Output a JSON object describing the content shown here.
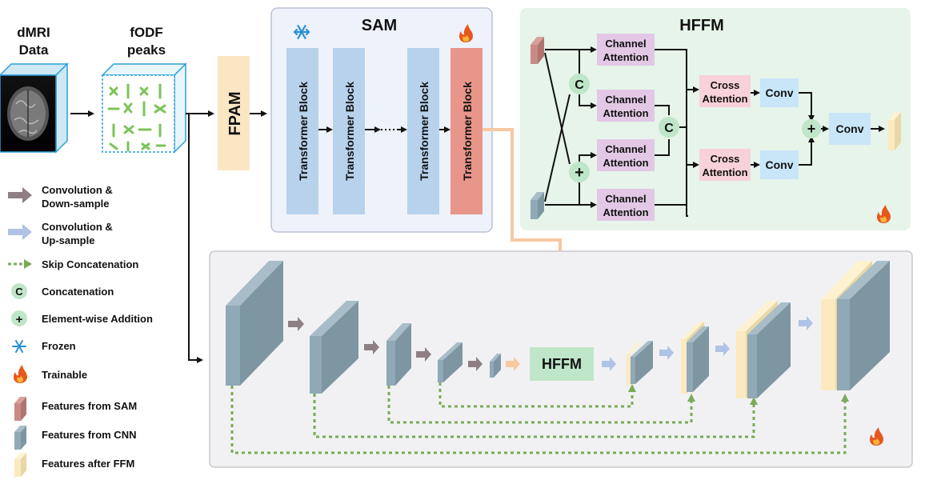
{
  "inputs": {
    "dmri_line1": "dMRI",
    "dmri_line2": "Data",
    "fodf_line1": "fODF",
    "fodf_line2": "peaks"
  },
  "fpam": {
    "label": "FPAM"
  },
  "sam": {
    "title": "SAM",
    "blocks": [
      "Transformer Block",
      "Transformer Block",
      "Transformer Block",
      "Transformer Block"
    ]
  },
  "hffm": {
    "title": "HFFM",
    "channel_attention": [
      "Channel",
      "Attention"
    ],
    "cross_attention": [
      "Cross",
      "Attention"
    ],
    "conv": "Conv",
    "concat_symbol": "C",
    "add_symbol": "+"
  },
  "unet": {
    "hffm_label": "HFFM"
  },
  "legend": [
    {
      "icon": "gray-arrow",
      "line1": "Convolution &",
      "line2": "Down-sample"
    },
    {
      "icon": "blue-arrow",
      "line1": "Convolution &",
      "line2": "Up-sample"
    },
    {
      "icon": "dashed-green-arrow",
      "line1": "Skip Concatenation",
      "line2": ""
    },
    {
      "icon": "concat-circle",
      "line1": "Concatenation",
      "line2": ""
    },
    {
      "icon": "add-circle",
      "line1": "Element-wise Addition",
      "line2": ""
    },
    {
      "icon": "snowflake",
      "line1": "Frozen",
      "line2": ""
    },
    {
      "icon": "flame",
      "line1": "Trainable",
      "line2": ""
    },
    {
      "icon": "sam-feature",
      "line1": "Features from SAM",
      "line2": ""
    },
    {
      "icon": "cnn-feature",
      "line1": "Features from CNN",
      "line2": ""
    },
    {
      "icon": "ffm-feature",
      "line1": "Features after FFM",
      "line2": ""
    }
  ],
  "colors": {
    "sam_panel": "#eef2fa",
    "hffm_panel": "#e6f4ea",
    "unet_panel": "#f1f1f3",
    "transformer_block": "#b8d2ec",
    "trainable_block": "#e8958a",
    "fpam": "#fbe6c4",
    "channel_attention": "#e3c8e6",
    "cross_attention": "#f8d2d8",
    "conv": "#c8e6f8",
    "hffm_box": "#bfe6c8",
    "cnn_front": "#8fa9b6",
    "cnn_side": "#7e96a2",
    "ffm_feature": "#fbeac0",
    "sam_feature": "#c98a86",
    "skip_arrow": "#79ab58",
    "down_arrow": "#8e7f84",
    "up_arrow": "#aec3e6",
    "orange_link": "#f8c8a0"
  }
}
